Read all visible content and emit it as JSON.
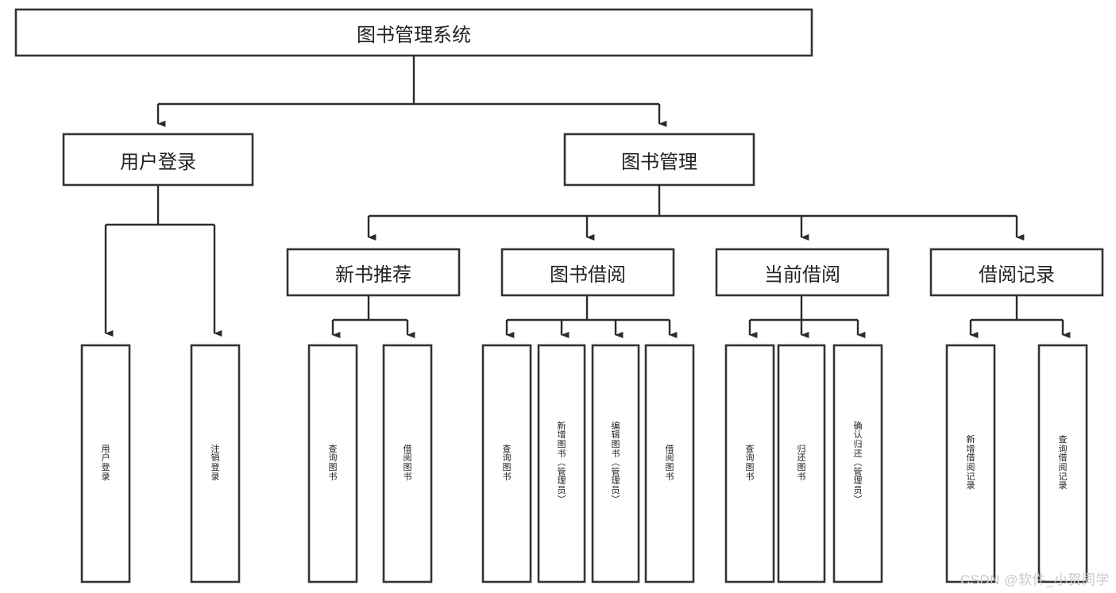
{
  "diagram": {
    "title": "图书管理系统",
    "type": "tree",
    "orientation": "top-down",
    "colors": {
      "box_stroke": "#333333",
      "box_fill": "#ffffff",
      "line": "#2b2b2b",
      "text": "#222222",
      "background": "#ffffff",
      "watermark": "#c9c9c9"
    },
    "root": {
      "label": "图书管理系统",
      "id": "root"
    },
    "level2": [
      {
        "id": "user-login",
        "label": "用户登录"
      },
      {
        "id": "book-manage",
        "label": "图书管理"
      }
    ],
    "level3": [
      {
        "id": "new-book-recommend",
        "label": "新书推荐",
        "parent": "book-manage"
      },
      {
        "id": "book-borrow",
        "label": "图书借阅",
        "parent": "book-manage"
      },
      {
        "id": "current-borrow",
        "label": "当前借阅",
        "parent": "book-manage"
      },
      {
        "id": "borrow-record",
        "label": "借阅记录",
        "parent": "book-manage"
      }
    ],
    "leaves": {
      "user-login": [
        {
          "id": "leaf-user-login",
          "label": "用户登录"
        },
        {
          "id": "leaf-user-logout",
          "label": "注销登录"
        }
      ],
      "new-book-recommend": [
        {
          "id": "leaf-query-book-1",
          "label": "查询图书"
        },
        {
          "id": "leaf-borrow-book-1",
          "label": "借阅图书"
        }
      ],
      "book-borrow": [
        {
          "id": "leaf-query-book-2",
          "label": "查询图书"
        },
        {
          "id": "leaf-add-book",
          "label": "新增图书（管理员）"
        },
        {
          "id": "leaf-edit-book",
          "label": "编辑图书（管理员）"
        },
        {
          "id": "leaf-borrow-book-2",
          "label": "借阅图书"
        }
      ],
      "current-borrow": [
        {
          "id": "leaf-query-book-3",
          "label": "查询图书"
        },
        {
          "id": "leaf-return-book",
          "label": "归还图书"
        },
        {
          "id": "leaf-confirm-return",
          "label": "确认归还（管理员）"
        }
      ],
      "borrow-record": [
        {
          "id": "leaf-add-record",
          "label": "新增借阅记录"
        },
        {
          "id": "leaf-query-record",
          "label": "查询借阅记录"
        }
      ]
    }
  },
  "watermark": {
    "text": "CSDN @软件_小贺同学"
  }
}
